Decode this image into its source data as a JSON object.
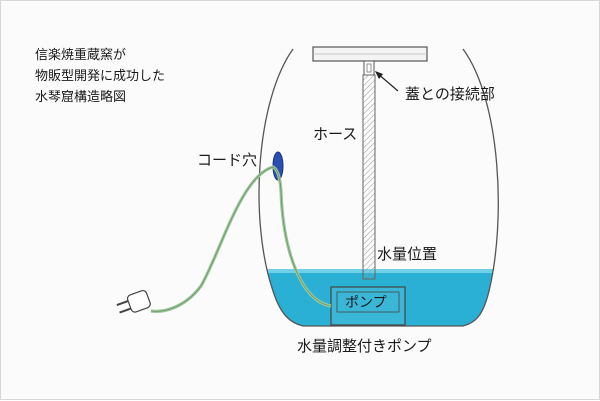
{
  "caption": {
    "lines": [
      "信楽焼重蔵窯が",
      "物販型開発に成功した",
      "水琴窟構造略図"
    ]
  },
  "labels": {
    "lid_joint": "蓋との接続部",
    "hose": "ホース",
    "cord_hole": "コード穴",
    "water_level": "水量位置",
    "pump": "ポンプ",
    "adjustable_pump": "水量調整付きポンプ"
  },
  "colors": {
    "water": "#2ab0d4",
    "water_light": "#6fd0e8",
    "cord_hole": "#2b4fb0",
    "cable": "#9cc89a",
    "outline": "#555555"
  }
}
